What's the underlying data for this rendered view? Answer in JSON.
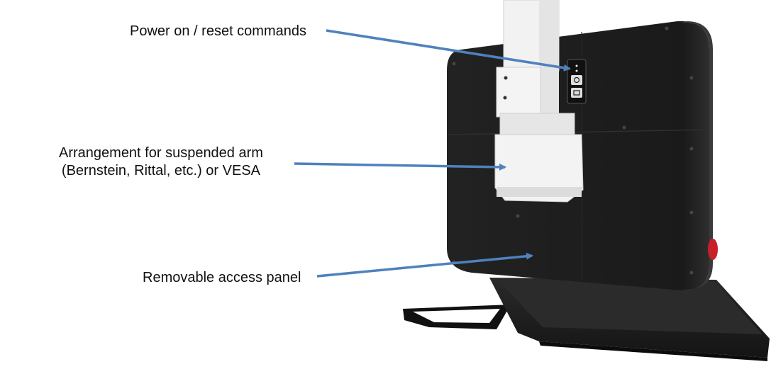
{
  "annotations": {
    "power": "Power on / reset commands",
    "arm_line1": "Arrangement for suspended arm",
    "arm_line2": "(Bernstein, Rittal, etc.) or VESA",
    "panel": "Removable access panel"
  },
  "colors": {
    "arrow": "#4f81bd",
    "housing": "#1c1c1c",
    "housing_edge": "#3a3a3a",
    "mount": "#eeeeee",
    "knob": "#c8202a"
  }
}
